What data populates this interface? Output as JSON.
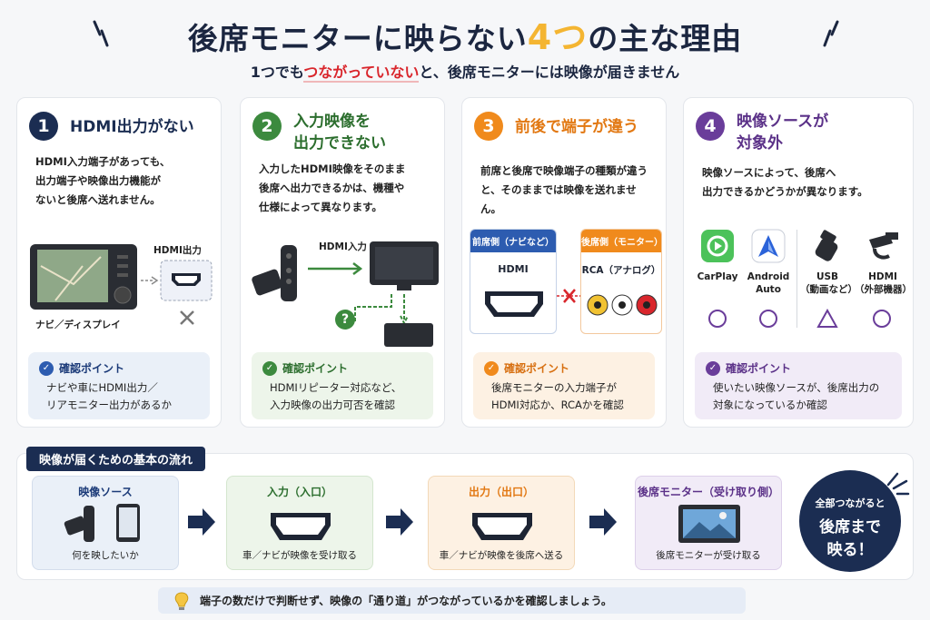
{
  "header": {
    "title_pre": "後席モニターに映らない",
    "title_accent": "4つ",
    "title_post": "の主な理由",
    "subtitle_pre": "1つでも",
    "subtitle_red": "つながっていない",
    "subtitle_post": "と、後席モニターには映像が届きません"
  },
  "cards": [
    {
      "number": "1",
      "title": "HDMI出力がない",
      "desc": [
        "HDMI入力端子があっても、",
        "出力端子や映像出力機能が",
        "ないと後席へ送れません。"
      ],
      "labels": {
        "hdmi_out": "HDMI出力",
        "navi": "ナビ／ディスプレイ"
      },
      "check_title": "確認ポイント",
      "check_body": [
        "ナビや車にHDMI出力／",
        "リアモニター出力があるか"
      ]
    },
    {
      "number": "2",
      "title_lines": [
        "入力映像を",
        "出力できない"
      ],
      "desc": [
        "入力したHDMI映像をそのまま",
        "後席へ出力できるかは、機種や",
        "仕様によって異なります。"
      ],
      "labels": {
        "hdmi_in": "HDMI入力",
        "question": "?"
      },
      "check_title": "確認ポイント",
      "check_body": [
        "HDMIリピーター対応など、",
        "入力映像の出力可否を確認"
      ]
    },
    {
      "number": "3",
      "title": "前後で端子が違う",
      "desc": [
        "前席と後席で映像端子の種類が違う",
        "と、そのままでは映像を送れません。"
      ],
      "labels": {
        "front_head": "前席側（ナビなど）",
        "rear_head": "後席側（モニター）",
        "front_port": "HDMI",
        "rear_port": "RCA（アナログ）"
      },
      "check_title": "確認ポイント",
      "check_body": [
        "後席モニターの入力端子が",
        "HDMI対応か、RCAかを確認"
      ]
    },
    {
      "number": "4",
      "title_lines": [
        "映像ソースが",
        "対象外"
      ],
      "desc": [
        "映像ソースによって、後席へ",
        "出力できるかどうかが異なります。"
      ],
      "sources": [
        {
          "label": [
            "CarPlay"
          ],
          "icon": "carplay-icon",
          "mark": "circle"
        },
        {
          "label": [
            "Android",
            "Auto"
          ],
          "icon": "android-auto-icon",
          "mark": "circle"
        },
        {
          "label": [
            "USB",
            "（動画など）"
          ],
          "icon": "usb-icon",
          "mark": "triangle"
        },
        {
          "label": [
            "HDMI",
            "（外部機器）"
          ],
          "icon": "hdmi-cable-icon",
          "mark": "circle"
        }
      ],
      "check_title": "確認ポイント",
      "check_body": [
        "使いたい映像ソースが、後席出力の",
        "対象になっているか確認"
      ]
    }
  ],
  "flow": {
    "heading": "映像が届くための基本の流れ",
    "steps": [
      {
        "title": "映像ソース",
        "caption": "何を映したいか"
      },
      {
        "title": "入力（入口）",
        "caption": "車／ナビが映像を受け取る"
      },
      {
        "title": "出力（出口）",
        "caption": "車／ナビが映像を後席へ送る"
      },
      {
        "title": "後席モニター（受け取り側）",
        "caption": "後席モニターが受け取る"
      }
    ],
    "final": [
      "全部つながると",
      "後席まで",
      "映る！"
    ]
  },
  "tip": "端子の数だけで判断せず、映像の「通り道」がつながっているかを確認しましょう。",
  "colors": {
    "navy": "#1b2d52",
    "green": "#3c8a3e",
    "orange": "#f08a1c",
    "purple": "#6a3d9a",
    "red": "#d9262c",
    "yellow": "#f4b532"
  }
}
